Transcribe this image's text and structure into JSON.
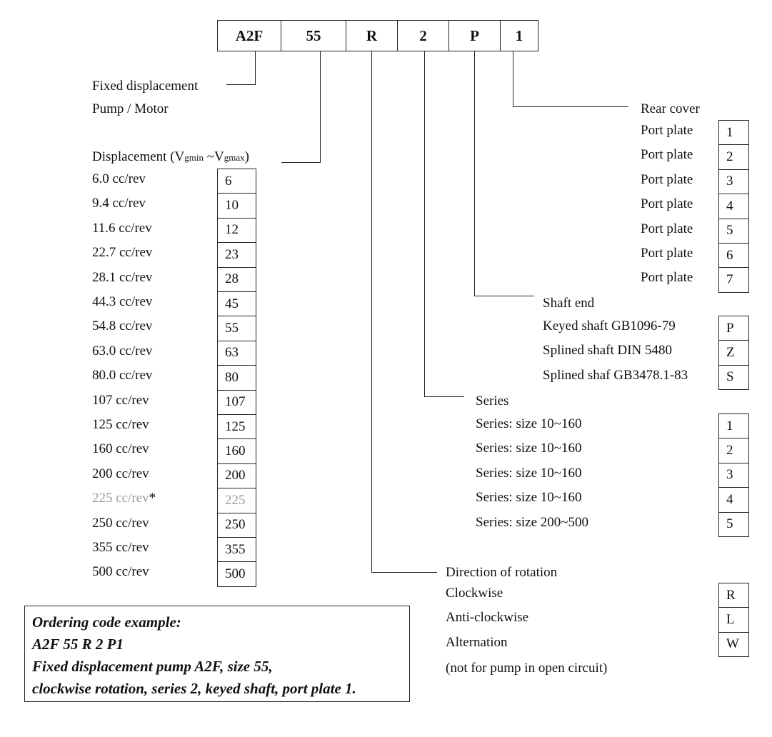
{
  "header": [
    "A2F",
    "55",
    "R",
    "2",
    "P",
    "1"
  ],
  "pump_label": [
    "Fixed displacement",
    "Pump / Motor"
  ],
  "displacement": {
    "label_prefix": "Displacement (V",
    "sub_min": "gmin",
    "tilde": " ~V",
    "sub_max": "gmax",
    "label_suffix": ")",
    "rows": [
      {
        "label": "6.0 cc/rev",
        "code": "6"
      },
      {
        "label": "9.4 cc/rev",
        "code": "10"
      },
      {
        "label": "11.6 cc/rev",
        "code": "12"
      },
      {
        "label": "22.7 cc/rev",
        "code": "23"
      },
      {
        "label": "28.1 cc/rev",
        "code": "28"
      },
      {
        "label": "44.3 cc/rev",
        "code": "45"
      },
      {
        "label": "54.8 cc/rev",
        "code": "55"
      },
      {
        "label": "63.0 cc/rev",
        "code": "63"
      },
      {
        "label": "80.0 cc/rev",
        "code": "80"
      },
      {
        "label": "107 cc/rev",
        "code": "107"
      },
      {
        "label": "125 cc/rev",
        "code": "125"
      },
      {
        "label": "160 cc/rev",
        "code": "160"
      },
      {
        "label": "200 cc/rev",
        "code": "200"
      },
      {
        "label": "225 cc/rev",
        "code": "225",
        "note": "*",
        "muted": true
      },
      {
        "label": "250 cc/rev",
        "code": "250"
      },
      {
        "label": "355 cc/rev",
        "code": "355"
      },
      {
        "label": "500 cc/rev",
        "code": "500"
      }
    ]
  },
  "rear_cover": {
    "title": "Rear cover",
    "rows": [
      {
        "label": "Port plate",
        "code": "1"
      },
      {
        "label": "Port plate",
        "code": "2"
      },
      {
        "label": "Port plate",
        "code": "3"
      },
      {
        "label": "Port plate",
        "code": "4"
      },
      {
        "label": "Port plate",
        "code": "5"
      },
      {
        "label": "Port plate",
        "code": "6"
      },
      {
        "label": "Port plate",
        "code": "7"
      }
    ]
  },
  "shaft_end": {
    "title": "Shaft end",
    "rows": [
      {
        "label": "Keyed shaft GB1096-79",
        "code": "P"
      },
      {
        "label": "Splined shaft DIN 5480",
        "code": "Z"
      },
      {
        "label": "Splined shaf GB3478.1-83",
        "code": "S"
      }
    ]
  },
  "series": {
    "title": "Series",
    "rows": [
      {
        "label": "Series: size 10~160",
        "code": "1"
      },
      {
        "label": "Series: size 10~160",
        "code": "2"
      },
      {
        "label": "Series: size 10~160",
        "code": "3"
      },
      {
        "label": "Series: size 10~160",
        "code": "4"
      },
      {
        "label": "Series: size 200~500",
        "code": "5"
      }
    ]
  },
  "rotation": {
    "title": "Direction of rotation",
    "rows": [
      {
        "label": "Clockwise",
        "code": "R"
      },
      {
        "label": "Anti-clockwise",
        "code": "L"
      },
      {
        "label": "Alternation",
        "code": "W"
      }
    ],
    "footnote": "(not for pump in open circuit)"
  },
  "example": [
    "Ordering code example:",
    "A2F 55 R 2 P1",
    "Fixed displacement pump A2F, size 55,",
    "clockwise rotation, series 2, keyed shaft, port plate 1."
  ]
}
